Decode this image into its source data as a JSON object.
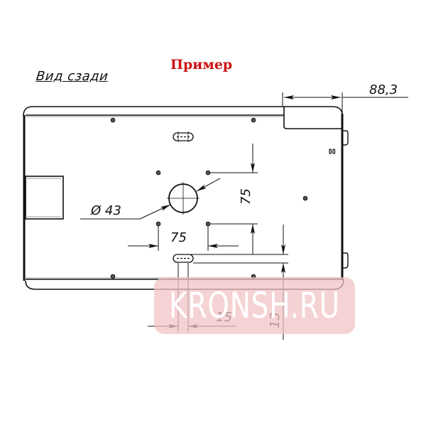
{
  "header": {
    "example_label": "Пример",
    "view_label": "Вид сзади"
  },
  "watermark": {
    "text": "KRONSH.RU",
    "color": "#f2c4c6"
  },
  "dimensions": {
    "top_offset": "88,3",
    "hole_diameter": "Ø 43",
    "vertical_spacing": "75",
    "horizontal_spacing": "75",
    "slot_width": "15",
    "slot_offset": "13"
  },
  "colors": {
    "line": "#111111",
    "title_red": "#cc1111"
  }
}
